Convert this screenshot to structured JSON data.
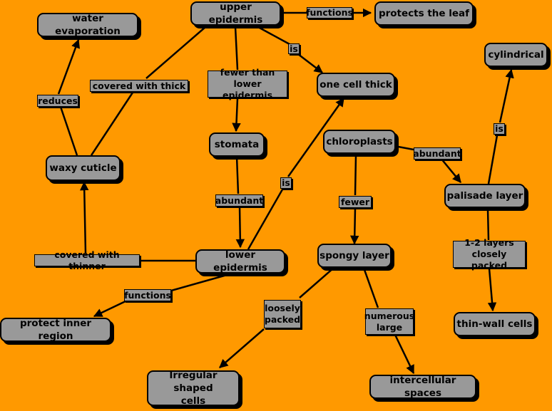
{
  "nodes": {
    "upper_epidermis": "upper epidermis",
    "protects_leaf": "protects the leaf",
    "water_evaporation": "water evaporation",
    "one_cell_thick": "one cell thick",
    "cylindrical": "cylindrical",
    "stomata": "stomata",
    "chloroplasts": "chloroplasts",
    "waxy_cuticle": "waxy cuticle",
    "palisade_layer": "palisade layer",
    "lower_epidermis": "lower epidermis",
    "spongy_layer": "spongy layer",
    "protect_inner": "protect inner region",
    "thin_wall": "thin-wall cells",
    "irregular_cells": "Irregular shaped\ncells",
    "intercellular": "intercellular spaces"
  },
  "labels": {
    "functions_top": "functions",
    "is_top": "is",
    "fewer_than": "fewer than\nlower epidermis",
    "covered_thick": "covered with thick",
    "reduces": "reduces",
    "is_cyl": "is",
    "abundant_chloro": "abundant",
    "is_lower": "is",
    "abundant_stomata": "abundant",
    "fewer_chloro": "fewer",
    "layers": "1-2 layers\nclosely packed",
    "covered_thinner": "covered with thinner",
    "functions_bottom": "functions",
    "loosely_packed": "loosely\npacked",
    "numerous_large": "numerous\nlarge"
  }
}
